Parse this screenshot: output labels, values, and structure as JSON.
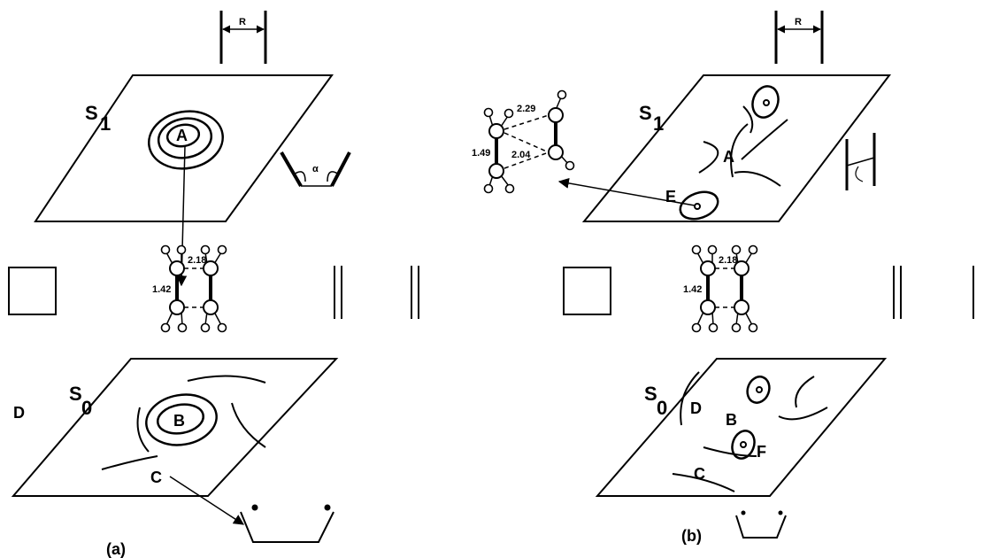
{
  "panel_a": {
    "caption": "(a)",
    "top_surface": {
      "state": "S",
      "subscript": "1",
      "minimum": "A"
    },
    "r_label": "R",
    "angle_label": "α",
    "geometry": {
      "bond_label": "1.42",
      "distance_label": "2.18"
    },
    "bottom_surface": {
      "state": "S",
      "subscript": "0",
      "minimum": "B",
      "point_c": "C"
    },
    "side_label_d": "D"
  },
  "panel_b": {
    "caption": "(b)",
    "top_surface": {
      "state": "S",
      "subscript": "1",
      "saddle": "A",
      "point_e": "E"
    },
    "r_label": "R",
    "geometry_e": {
      "bond_label": "1.49",
      "distance_upper": "2.29",
      "distance_lower": "2.04"
    },
    "geometry": {
      "bond_label": "1.42",
      "distance_label": "2.18"
    },
    "bottom_surface": {
      "state": "S",
      "subscript": "0",
      "point_d": "D",
      "point_b": "B",
      "point_f": "F",
      "point_c": "C"
    }
  }
}
